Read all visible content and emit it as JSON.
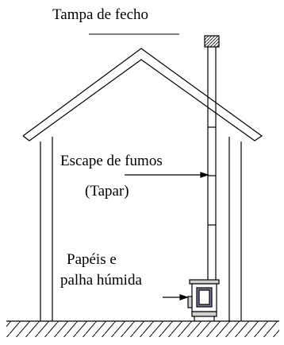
{
  "labels": {
    "cap": "Tampa de fecho",
    "exhaust_line1": "Escape de fumos",
    "exhaust_line2": "(Tapar)",
    "fuel_line1": "Papéis e",
    "fuel_line2": "palha húmida"
  }
}
